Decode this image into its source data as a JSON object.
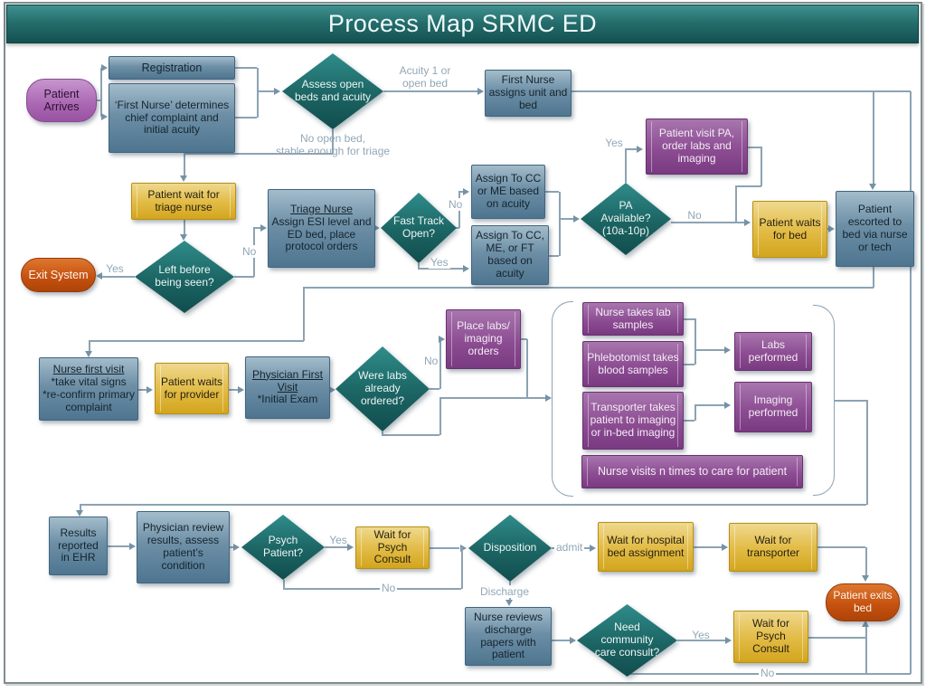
{
  "title": "Process Map SRMC ED",
  "colors": {
    "title_bar_teal": "#246c6b",
    "decision_teal": "#1b6463",
    "process_blue": "#6d8fa6",
    "wait_gold": "#e3bd49",
    "order_purple": "#8d4d93",
    "terminator_orange": "#c4500e",
    "start_pink": "#aa66b2",
    "connector_grey": "#8ba3b3"
  },
  "nodes": {
    "patient_arrives": {
      "text": "Patient Arrives"
    },
    "registration": {
      "text": "Registration"
    },
    "first_nurse_determines": {
      "text": "‘First Nurse’ determines chief complaint and initial acuity"
    },
    "assess_beds": {
      "text": "Assess open beds and acuity"
    },
    "first_nurse_assigns": {
      "text": "First Nurse assigns unit and bed"
    },
    "patient_wait_triage": {
      "text": "Patient wait for triage nurse"
    },
    "left_before_seen": {
      "text": "Left before being seen?"
    },
    "exit_system": {
      "text": "Exit System"
    },
    "triage_nurse": {
      "heading": "Triage Nurse",
      "body": "Assign ESI level and ED bed, place protocol orders"
    },
    "fast_track": {
      "text": "Fast Track Open?"
    },
    "assign_cc_me": {
      "text": "Assign To CC or ME based on acuity"
    },
    "assign_cc_me_ft": {
      "text": "Assign To CC, ME, or FT based on acuity"
    },
    "pa_available": {
      "text": "PA Available? (10a-10p)"
    },
    "patient_visit_pa": {
      "text": "Patient visit PA, order labs and imaging"
    },
    "patient_waits_bed": {
      "text": "Patient waits for bed"
    },
    "patient_escorted": {
      "text": "Patient escorted to bed via nurse or tech"
    },
    "nurse_first_visit": {
      "heading": "Nurse first visit",
      "body": "*take vital signs\n*re-confirm primary complaint"
    },
    "patient_waits_provider": {
      "text": "Patient waits for provider"
    },
    "physician_first_visit": {
      "heading": "Physician First Visit",
      "body": "*Initial Exam"
    },
    "were_labs_ordered": {
      "text": "Were labs already ordered?"
    },
    "place_labs": {
      "text": "Place labs/ imaging orders"
    },
    "nurse_takes_labs": {
      "text": "Nurse takes lab samples"
    },
    "phlebotomist": {
      "text": "Phlebotomist takes blood samples"
    },
    "labs_performed": {
      "text": "Labs performed"
    },
    "transporter_imaging": {
      "text": "Transporter takes patient to imaging or in-bed imaging"
    },
    "imaging_performed": {
      "text": "Imaging performed"
    },
    "nurse_visits_n": {
      "text": "Nurse visits n times to care for patient"
    },
    "results_reported": {
      "text": "Results reported in EHR"
    },
    "physician_review": {
      "text": "Physician review results, assess patient’s condition"
    },
    "psych_patient": {
      "text": "Psych Patient?"
    },
    "wait_psych_1": {
      "text": "Wait for Psych Consult"
    },
    "disposition": {
      "text": "Disposition"
    },
    "wait_hospital_bed": {
      "text": "Wait for hospital bed assignment"
    },
    "wait_transporter": {
      "text": "Wait for transporter"
    },
    "patient_exits_bed": {
      "text": "Patient exits bed"
    },
    "nurse_reviews_discharge": {
      "text": "Nurse reviews discharge papers with patient"
    },
    "need_community_consult": {
      "text": "Need community care consult?"
    },
    "wait_psych_2": {
      "text": "Wait for Psych Consult"
    }
  },
  "labels": {
    "acuity": "Acuity 1 or\nopen bed",
    "no_open_bed": "No open bed,\nstable enough for triage",
    "yes_exit": "Yes",
    "no_left": "No",
    "no_fast": "No",
    "yes_fast": "Yes",
    "yes_pa": "Yes",
    "no_pa": "No",
    "no_labs": "No",
    "yes_psych": "Yes",
    "no_psych": "No",
    "admit": "admit",
    "discharge": "Discharge",
    "yes_comm": "Yes",
    "no_comm": "No"
  }
}
